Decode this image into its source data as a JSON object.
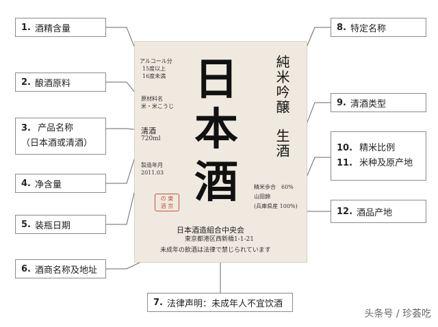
{
  "callouts": {
    "c1": {
      "num": "1.",
      "text": "酒精含量"
    },
    "c2": {
      "num": "2.",
      "text": "酿酒原料"
    },
    "c3": {
      "num": "3.",
      "text": "产品名称",
      "line2": "（日本酒或清酒）"
    },
    "c4": {
      "num": "4.",
      "text": "净含量"
    },
    "c5": {
      "num": "5.",
      "text": "装瓶日期"
    },
    "c6": {
      "num": "6.",
      "text": "酒商名称及地址"
    },
    "c7": {
      "num": "7.",
      "text": "法律声明：未成年人不宜饮酒"
    },
    "c8": {
      "num": "8.",
      "text": "特定名称"
    },
    "c9": {
      "num": "9.",
      "text": "清酒类型"
    },
    "c10": {
      "num": "10.",
      "text": "精米比例"
    },
    "c11": {
      "num": "11.",
      "text": "米种及原产地"
    },
    "c12": {
      "num": "12.",
      "text": "酒品产地"
    }
  },
  "label": {
    "alcohol": [
      "アルコール分",
      "15度以上",
      "16度未満"
    ],
    "ingredients": [
      "原材料名",
      "米・米こうじ"
    ],
    "product_name": "清酒",
    "volume": "720ml",
    "bottling": [
      "製造年月",
      "2011.03"
    ],
    "big_title": [
      "日",
      "本",
      "酒"
    ],
    "special_name": "純米吟醸",
    "sake_type": "生酒",
    "rice_polish": "精米歩合　60%",
    "rice_variety": "山田錦",
    "rice_origin": "(兵庫県産 100%)",
    "seal": [
      "の 東",
      "酒 京"
    ],
    "maker": "日本酒造組合中央会",
    "address": "東京都港区西新橋1-1-21",
    "legal": "未成年の飲酒は法律で禁じられています"
  },
  "watermark": "头条号 / 珍荟吃",
  "colors": {
    "line": "#666666",
    "box_border": "#8a8a8a",
    "paper": "#efe9df",
    "seal": "#c0543a"
  }
}
